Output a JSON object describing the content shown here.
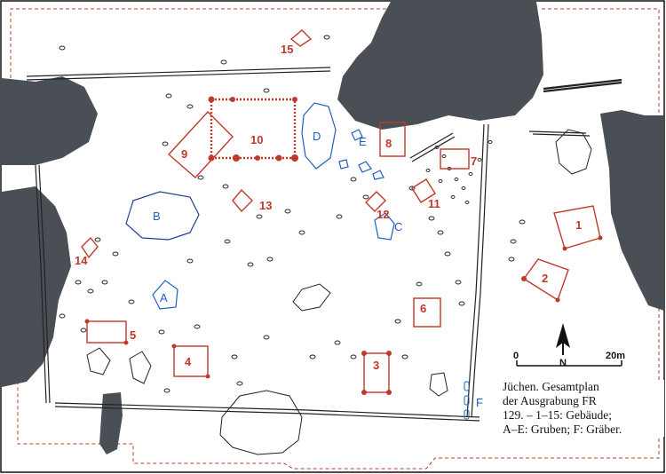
{
  "buildings": [
    {
      "label": "1"
    },
    {
      "label": "2"
    },
    {
      "label": "3"
    },
    {
      "label": "4"
    },
    {
      "label": "5"
    },
    {
      "label": "6"
    },
    {
      "label": "7"
    },
    {
      "label": "8"
    },
    {
      "label": "9"
    },
    {
      "label": "10"
    },
    {
      "label": "11"
    },
    {
      "label": "12"
    },
    {
      "label": "13"
    },
    {
      "label": "14"
    },
    {
      "label": "15"
    }
  ],
  "pits": [
    {
      "label": "A"
    },
    {
      "label": "B"
    },
    {
      "label": "C"
    },
    {
      "label": "D"
    },
    {
      "label": "E"
    },
    {
      "label": "F"
    }
  ],
  "scale": {
    "start": "0",
    "end": "20m"
  },
  "north": {
    "label": "N"
  },
  "caption": {
    "line1": "Jüchen. Gesamtplan",
    "line2": "der Ausgrabung FR",
    "line3": "129. – 1–15: Gebäude;",
    "line4": "A–E: Gruben; F: Gräber."
  },
  "colors": {
    "buildings": "#c0392b",
    "pits": "#1f5fbf",
    "disturbance": "#4a4f55",
    "boundary": "#c0392b"
  }
}
